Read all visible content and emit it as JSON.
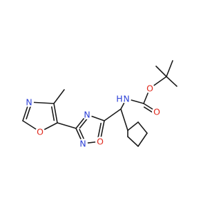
{
  "colors": {
    "bond": "#1a1a1a",
    "carbon": "#1a1a1a",
    "nitrogen": "#2b3fd6",
    "oxygen": "#e0281c"
  },
  "atoms": {
    "n_oxazole": "N",
    "o_oxazole": "O",
    "n_oxadiazole_top": "N",
    "n_oxadiazole_bottom": "N",
    "o_oxadiazole": "O",
    "nh": "H",
    "n_nh": "N",
    "o_ester": "O",
    "o_carbonyl": "O"
  }
}
